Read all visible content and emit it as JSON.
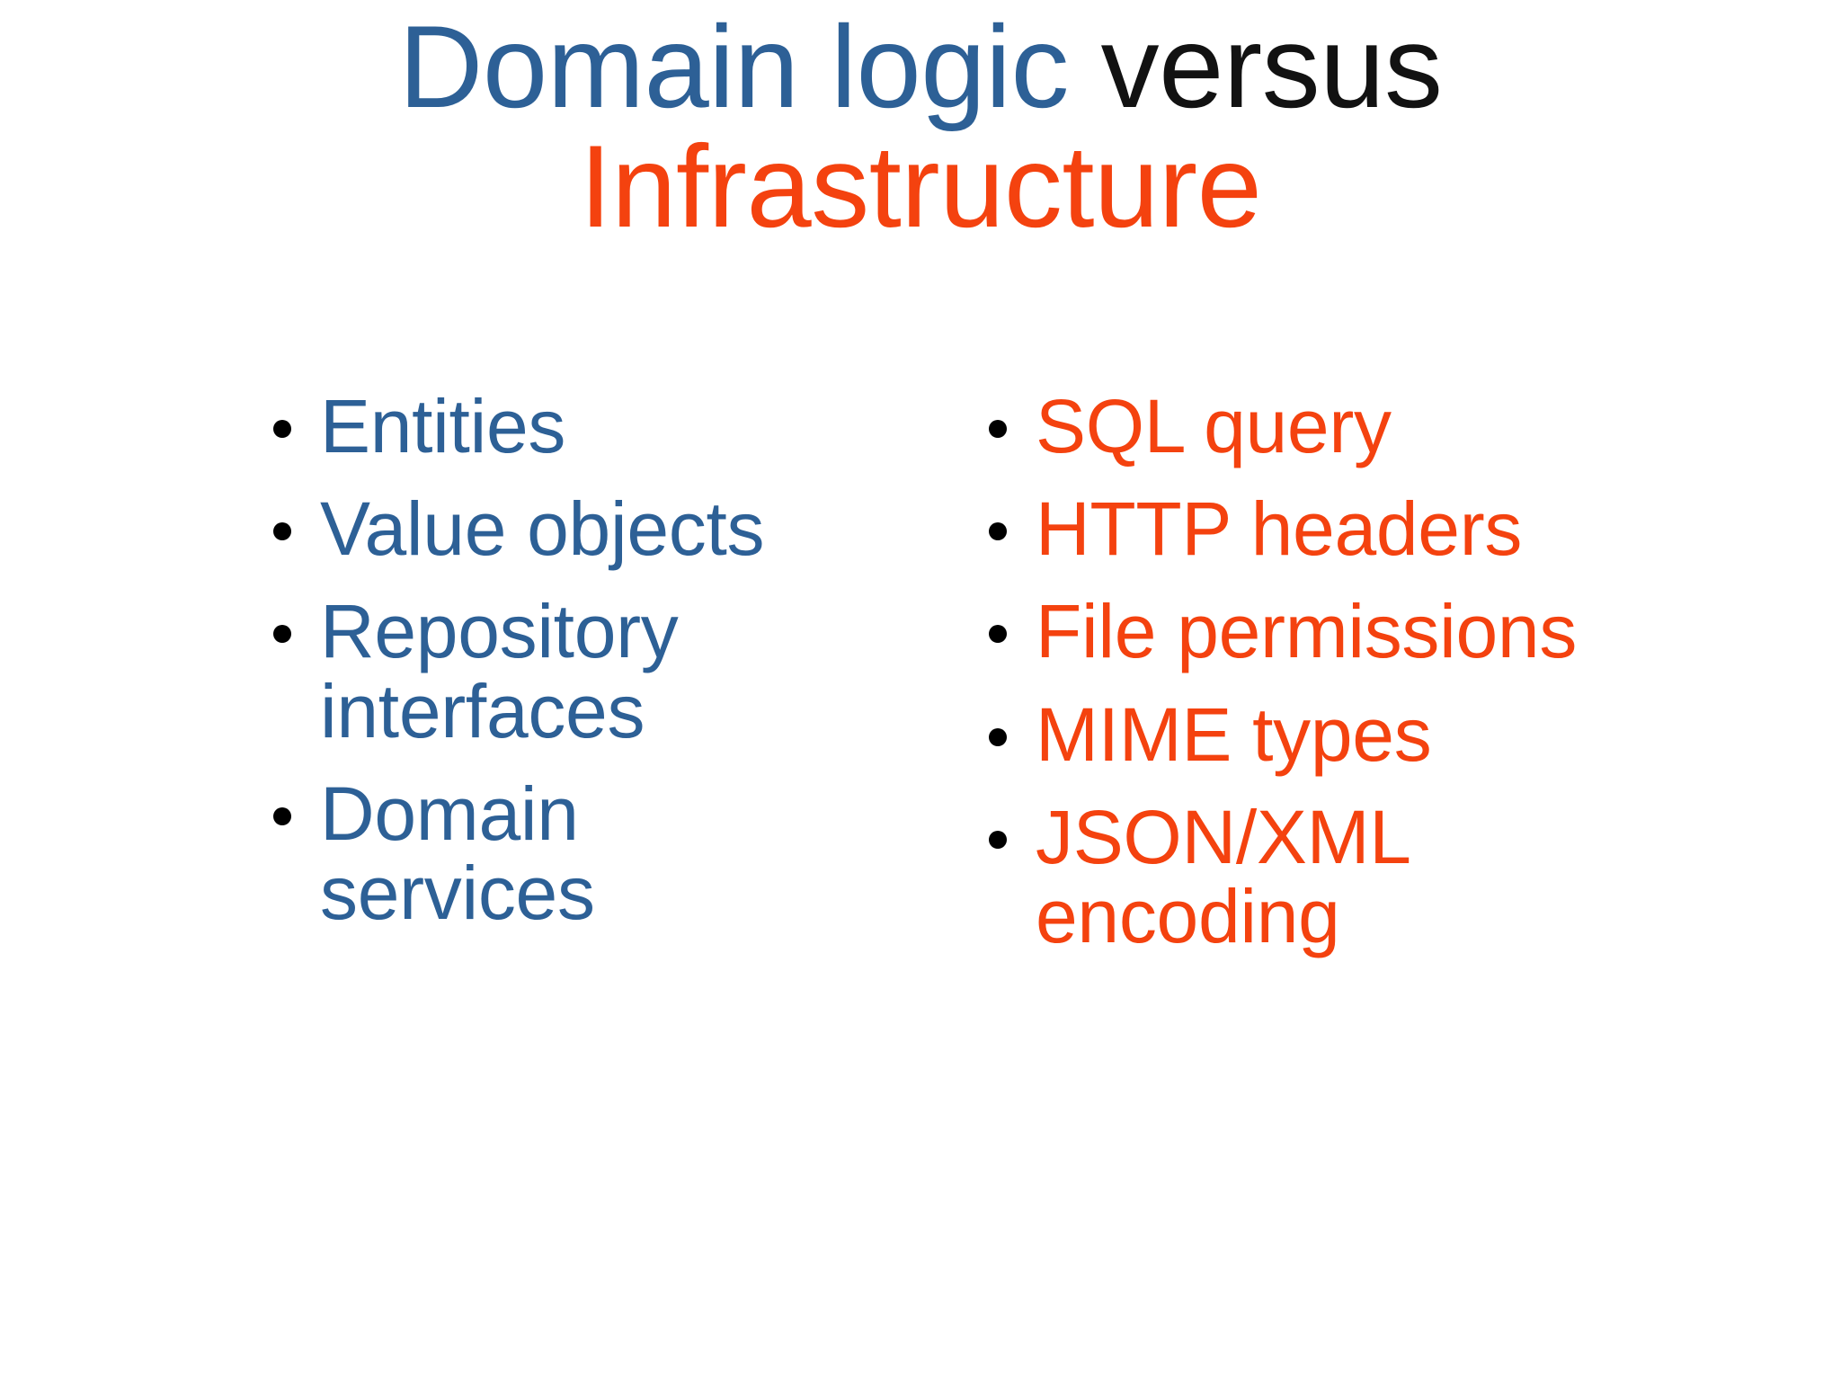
{
  "slide": {
    "background_color": "#ffffff",
    "title": {
      "line1_parts": [
        {
          "text": "Domain logic",
          "color": "#2d6096"
        },
        {
          "text": "versus",
          "color": "#121212"
        }
      ],
      "line1_blue": "Domain logic",
      "line1_black": "versus",
      "line2": "Infrastructure",
      "line2_color": "#f4420f"
    },
    "columns": {
      "left": {
        "accent_color": "#2d6096",
        "bullet_color": "#000000",
        "items": [
          {
            "label": "Entities"
          },
          {
            "label": "Value objects"
          },
          {
            "label": "Repository interfaces"
          },
          {
            "label": "Domain services"
          }
        ]
      },
      "right": {
        "accent_color": "#f4420f",
        "bullet_color": "#000000",
        "items": [
          {
            "label": "SQL query"
          },
          {
            "label": "HTTP headers"
          },
          {
            "label": "File permissions"
          },
          {
            "label": "MIME types"
          },
          {
            "label": "JSON/XML encoding"
          }
        ]
      }
    }
  }
}
